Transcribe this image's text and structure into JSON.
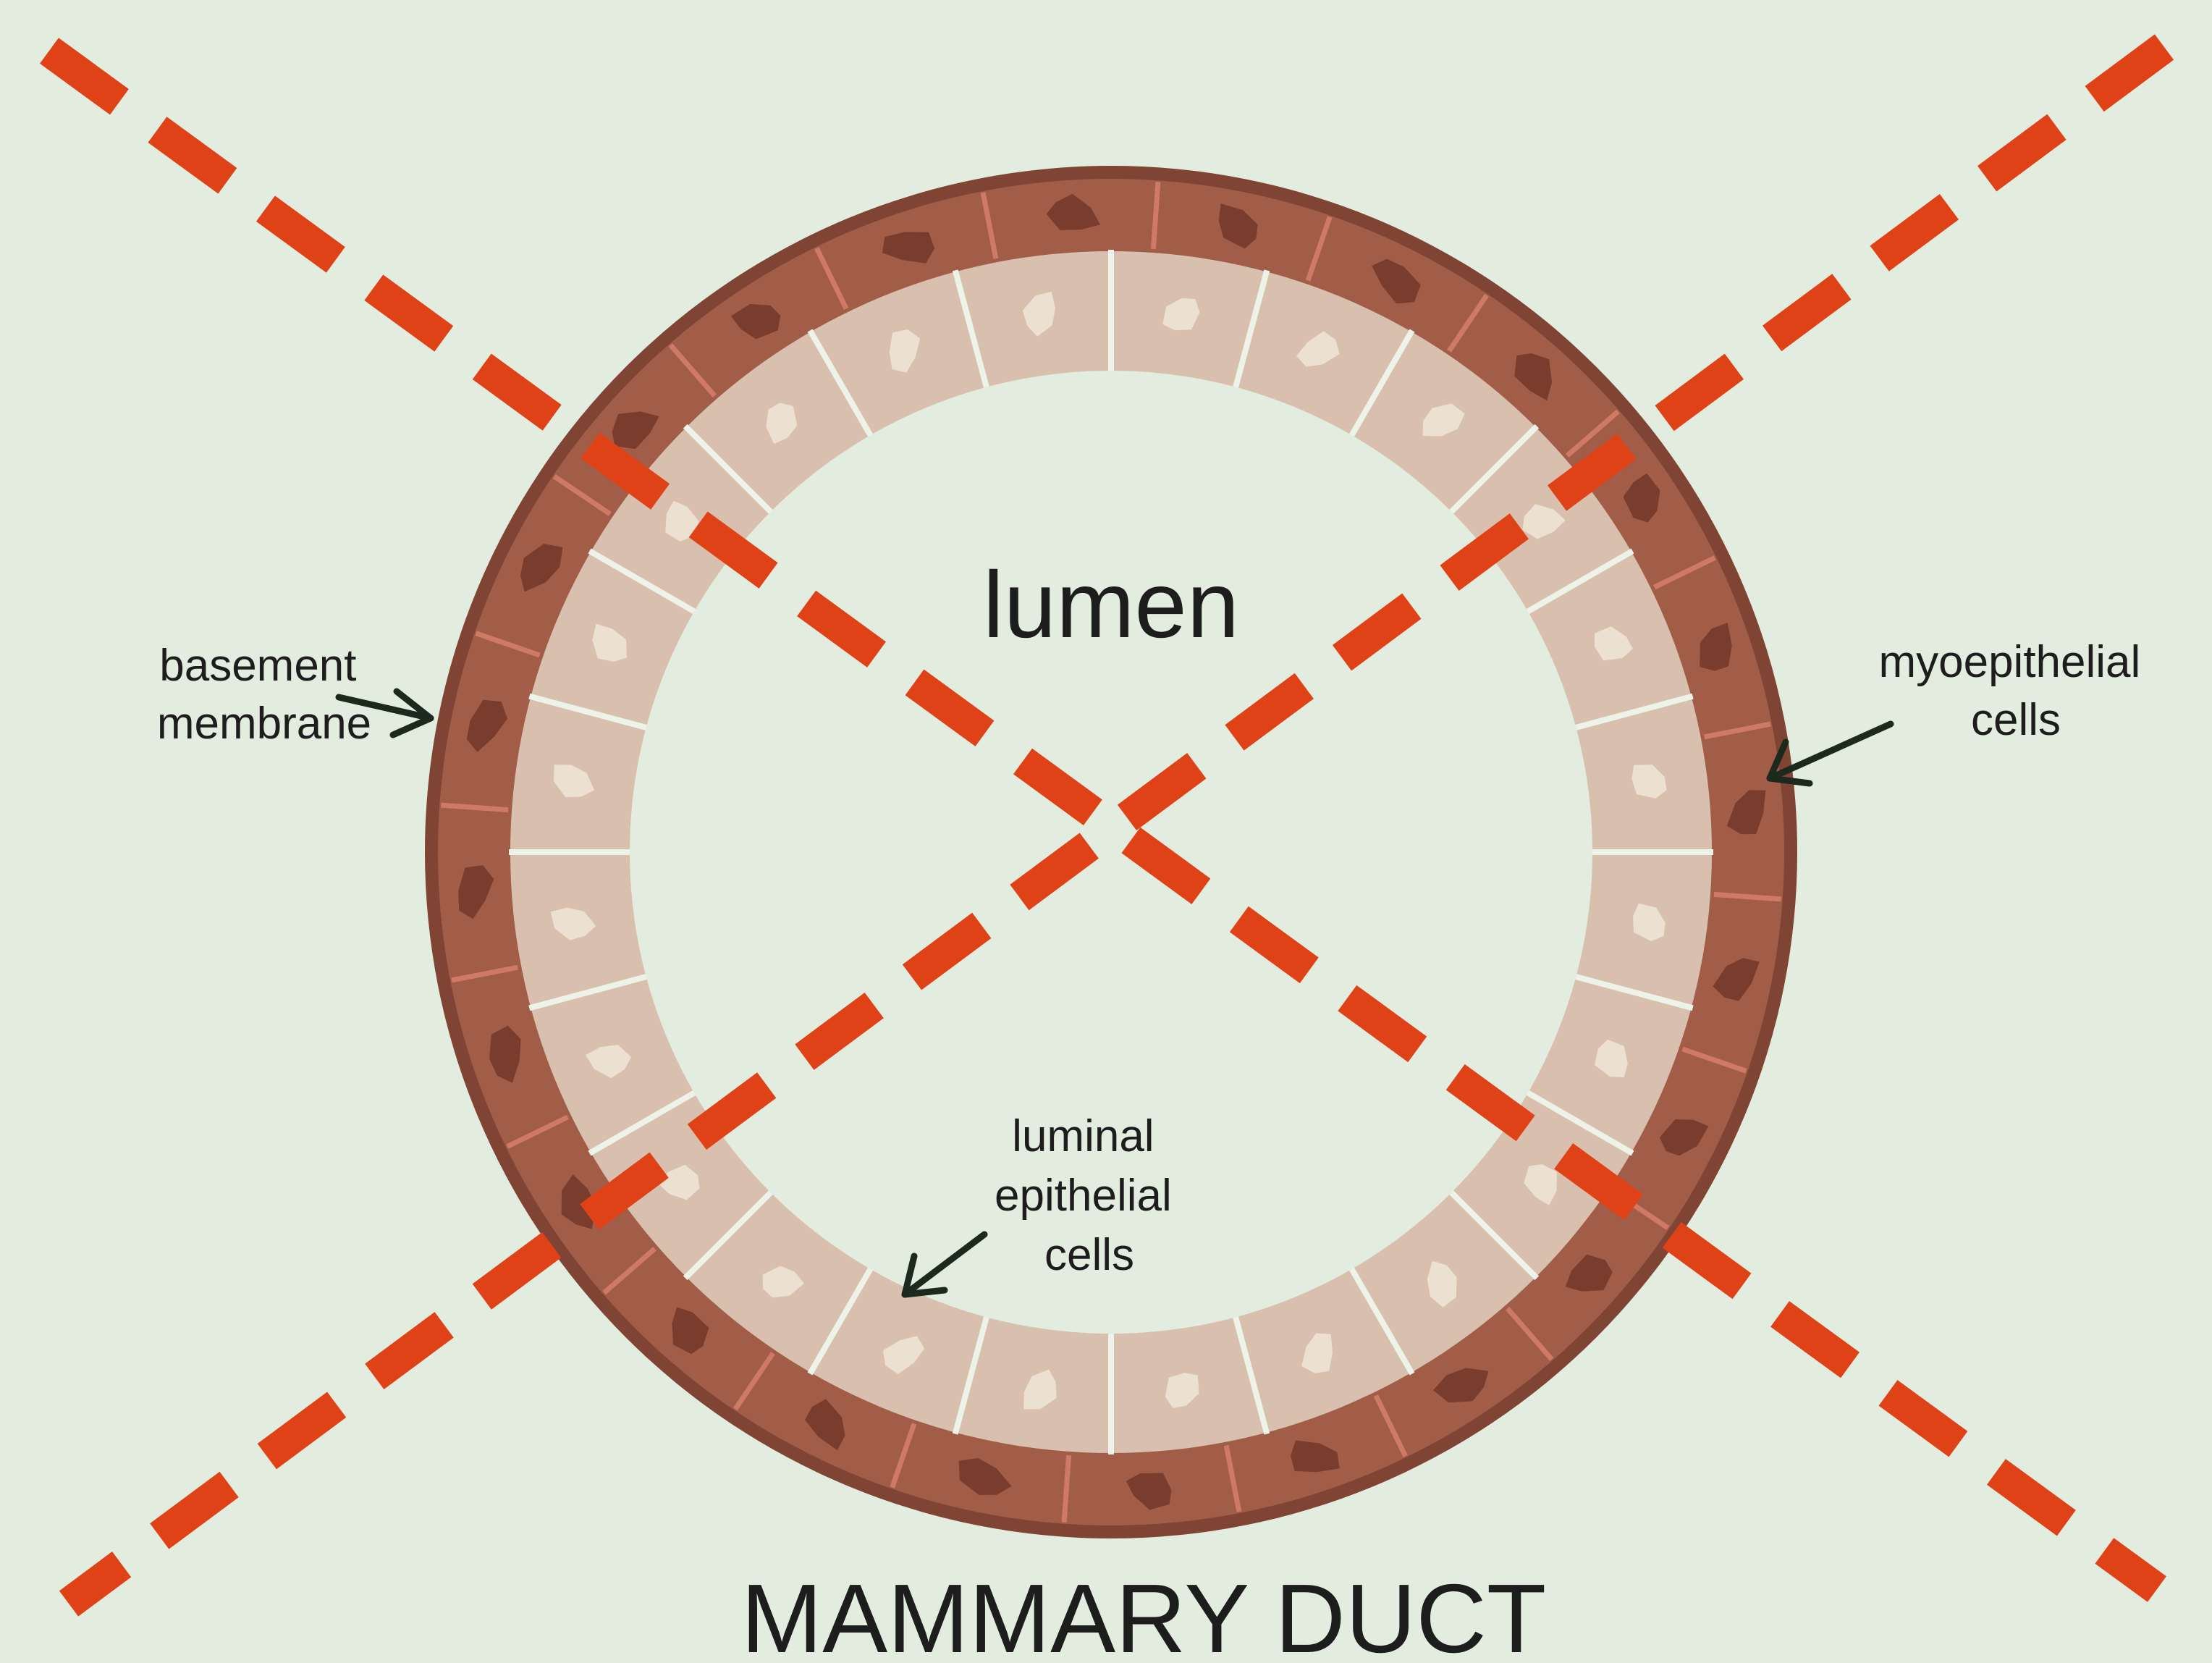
{
  "diagram": {
    "title": "MAMMARY DUCT",
    "labels": {
      "lumen": "lumen",
      "basement_membrane": [
        "basement",
        "membrane"
      ],
      "myoepithelial_cells": [
        "myoepithelial",
        "cells"
      ],
      "luminal_epithelial_cells": [
        "luminal",
        "epithelial",
        "cells"
      ]
    },
    "cell_counts": {
      "myoepithelial": 24,
      "luminal": 24
    },
    "crossed_out": true,
    "colors": {
      "background": "#e3eddf",
      "outer_rim": "#7f4434",
      "myoepithelial_layer": "#a15d48",
      "myoepithelial_divider": "#cf7a66",
      "myoepithelial_nucleus": "#7a3c2c",
      "luminal_layer": "#d9c0ae",
      "luminal_divider": "#edf3e8",
      "luminal_nucleus": "#ece0d0",
      "lumen": "#e3eddf",
      "text": "#1d1d1d",
      "arrow": "#1c2a1e",
      "cross_line": "#e04217"
    }
  }
}
